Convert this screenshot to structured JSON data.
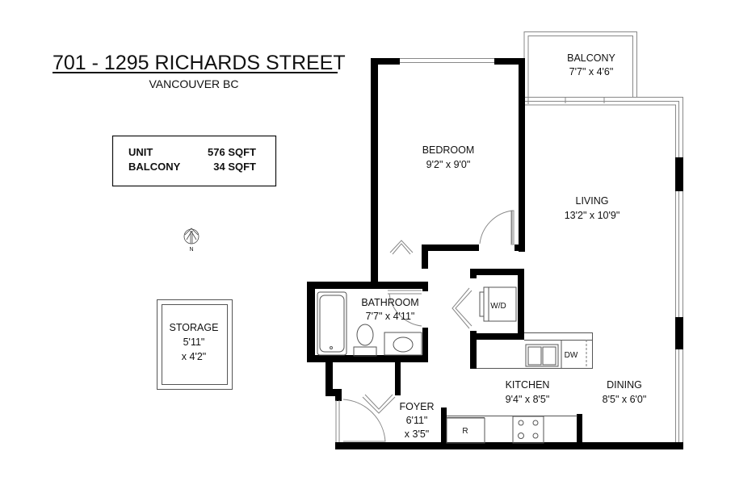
{
  "header": {
    "address": "701 - 1295 RICHARDS STREET",
    "city": "VANCOUVER BC"
  },
  "area_box": {
    "rows": [
      {
        "label": "UNIT",
        "value": "576 SQFT"
      },
      {
        "label": "BALCONY",
        "value": "34 SQFT"
      }
    ]
  },
  "compass": {
    "label": "N",
    "icon": "north-arrow-icon"
  },
  "rooms": {
    "storage": {
      "name": "STORAGE",
      "dim1": "5'11\"",
      "dim2": "x 4'2\""
    },
    "balcony": {
      "name": "BALCONY",
      "dim": "7'7\" x 4'6\""
    },
    "bedroom": {
      "name": "BEDROOM",
      "dim": "9'2\" x 9'0\""
    },
    "living": {
      "name": "LIVING",
      "dim": "13'2\" x 10'9\""
    },
    "bathroom": {
      "name": "BATHROOM",
      "dim": "7'7\" x 4'11\""
    },
    "kitchen": {
      "name": "KITCHEN",
      "dim": "9'4\" x 8'5\""
    },
    "dining": {
      "name": "DINING",
      "dim": "8'5\" x 6'0\""
    },
    "foyer": {
      "name": "FOYER",
      "dim1": "6'11\"",
      "dim2": "x 3'5\""
    }
  },
  "fixtures": {
    "washer_dryer": "W/D",
    "dishwasher": "DW",
    "refrigerator": "R"
  }
}
